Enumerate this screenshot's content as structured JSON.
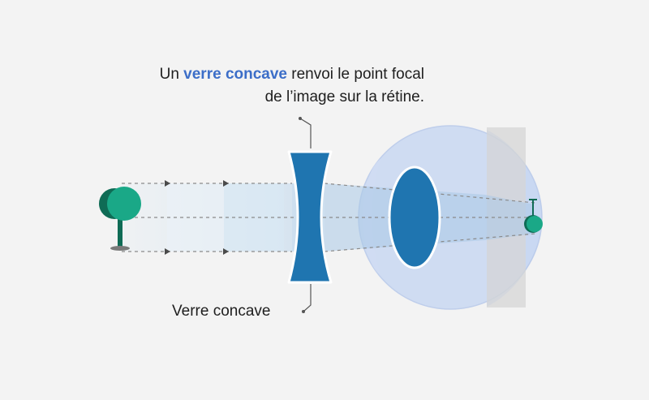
{
  "title": {
    "prefix": "Un ",
    "highlight": "verre concave",
    "suffix": " renvoi le point focal",
    "line2": "de l’image sur la rétine."
  },
  "lens_label": "Verre concave",
  "colors": {
    "background": "#f3f3f3",
    "highlight_text": "#3c6ec8",
    "lens": "#1f75b0",
    "eye": "#c9d8f2",
    "object": "#1aa887",
    "object_dark": "#0f6b55",
    "retina_band": "#d6d6d6"
  },
  "icons": [
    "tree-object-icon",
    "image-point-icon",
    "eye-icon",
    "concave-lens-icon"
  ]
}
